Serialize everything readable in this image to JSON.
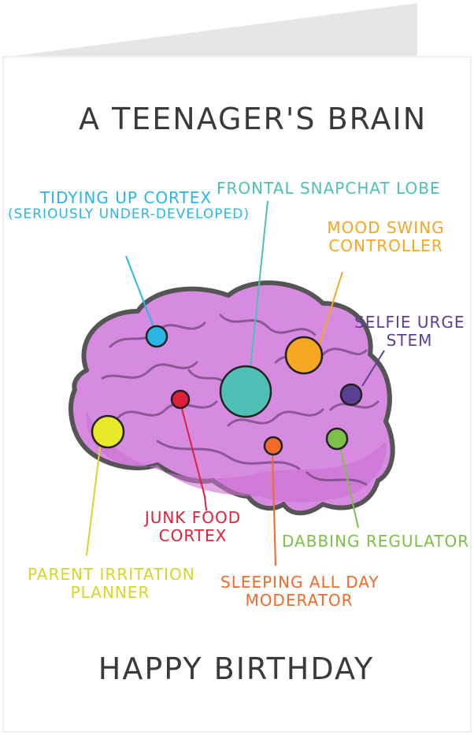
{
  "card": {
    "title": "A Teenager's Brain",
    "greeting": "Happy Birthday"
  },
  "labels": {
    "tidying": {
      "line1": "Tidying up cortex",
      "line2": "(seriously under-developed)",
      "color": "#29b6e6"
    },
    "frontal": {
      "line1": "Frontal Snapchat Lobe",
      "color": "#4fbfb5"
    },
    "mood": {
      "line1": "Mood Swing",
      "line2": "Controller",
      "color": "#f5a623"
    },
    "selfie": {
      "line1": "Selfie Urge",
      "line2": "Stem",
      "color": "#5b3f95"
    },
    "junk": {
      "line1": "Junk Food",
      "line2": "Cortex",
      "color": "#e0203a"
    },
    "dabbing": {
      "line1": "Dabbing Regulator",
      "color": "#7cc04a"
    },
    "parent": {
      "line1": "Parent Irritation",
      "line2": "Planner",
      "color": "#d6d626"
    },
    "sleeping": {
      "line1": "Sleeping All Day",
      "line2": "Moderator",
      "color": "#f26a2a"
    }
  },
  "colors": {
    "brain_fill": "#d68be0",
    "brain_outline": "#555555",
    "title_text": "#3a3a3a",
    "card_fold": "#e6e6e6"
  }
}
